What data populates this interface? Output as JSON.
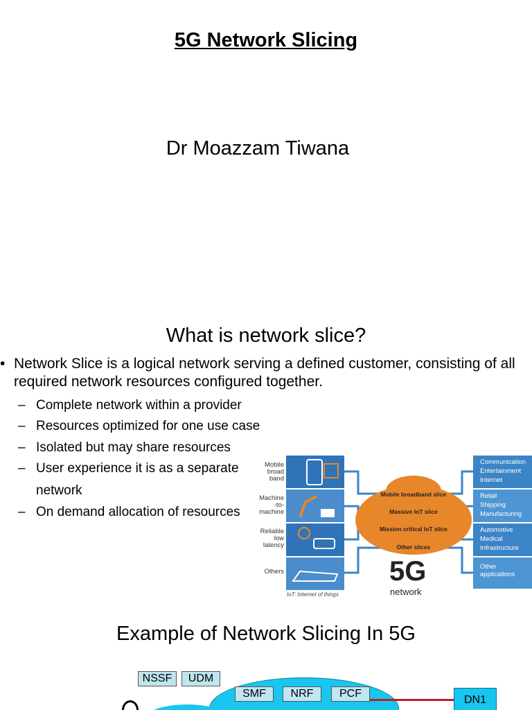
{
  "slide1": {
    "title": "5G Network Slicing",
    "author": "Dr Moazzam Tiwana"
  },
  "slide2": {
    "title": "What is network slice?",
    "bullet": "Network Slice is a logical network serving a defined customer, consisting of all required network resources configured together.",
    "bullet_marker": "•",
    "dash": "–",
    "subbullets": [
      "Complete network within a provider",
      "Resources optimized for one use case",
      "Isolated but may share resources",
      "User experience it is as a separate",
      "network",
      "On demand allocation of resources"
    ],
    "infographic": {
      "left_labels": [
        "Mobile broad band",
        "Machine -to- machine",
        "Reliable low latency",
        "Others"
      ],
      "slices": [
        "Mobile broadband slice",
        "Massive IoT slice",
        "Mission critical IoT slice",
        "Other slices"
      ],
      "right_groups": [
        [
          "Communication",
          "Entertainment",
          "Internet"
        ],
        [
          "Retail",
          "Shipping",
          "Manufacturing"
        ],
        [
          "Automotive",
          "Medical",
          "Infrastructure"
        ],
        [
          "Other",
          "applications"
        ]
      ],
      "big_label": "5G",
      "sub_label": "network",
      "footnote": "IoT: Internet of things",
      "colors": {
        "panel": "#4a8ccc",
        "cloud": "#e8862a",
        "right": "#3b84c6"
      }
    }
  },
  "slide3": {
    "title": "Example of Network Slicing In 5G",
    "functions": [
      "NSSF",
      "UDM",
      "SMF",
      "NRF",
      "PCF"
    ],
    "dn": "DN1",
    "colors": {
      "cloud": "#19c6ef",
      "link": "#c21a2a"
    }
  }
}
